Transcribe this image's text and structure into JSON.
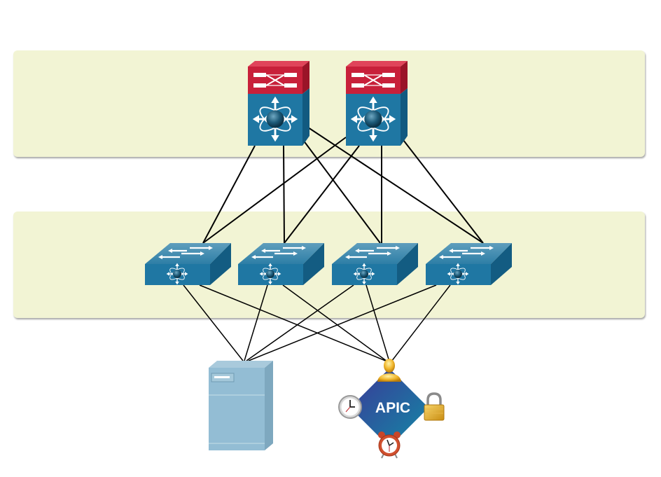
{
  "layers": [
    {
      "id": "spine",
      "nodes": [
        "spine-switch-1",
        "spine-switch-2"
      ]
    },
    {
      "id": "leaf",
      "nodes": [
        "leaf-switch-1",
        "leaf-switch-2",
        "leaf-switch-3",
        "leaf-switch-4"
      ]
    }
  ],
  "endpoints": {
    "server": {
      "type": "server"
    },
    "apic": {
      "label": "APIC",
      "icons": [
        "person-icon",
        "clock-icon",
        "lock-icon",
        "alarm-clock-icon"
      ]
    }
  },
  "links": [
    [
      "spine-switch-1",
      "leaf-switch-1"
    ],
    [
      "spine-switch-1",
      "leaf-switch-2"
    ],
    [
      "spine-switch-1",
      "leaf-switch-3"
    ],
    [
      "spine-switch-1",
      "leaf-switch-4"
    ],
    [
      "spine-switch-2",
      "leaf-switch-1"
    ],
    [
      "spine-switch-2",
      "leaf-switch-2"
    ],
    [
      "spine-switch-2",
      "leaf-switch-3"
    ],
    [
      "spine-switch-2",
      "leaf-switch-4"
    ],
    [
      "leaf-switch-1",
      "server"
    ],
    [
      "leaf-switch-2",
      "server"
    ],
    [
      "leaf-switch-3",
      "server"
    ],
    [
      "leaf-switch-4",
      "server"
    ],
    [
      "leaf-switch-1",
      "apic"
    ],
    [
      "leaf-switch-2",
      "apic"
    ],
    [
      "leaf-switch-3",
      "apic"
    ],
    [
      "leaf-switch-4",
      "apic"
    ]
  ],
  "colors": {
    "panel": "#f2f4d4",
    "switch_blue": "#1f77a3",
    "spine_red": "#c8203a",
    "server": "#93bdd4",
    "apic_start": "#3b3797",
    "apic_end": "#138aa6",
    "link": "#000000"
  }
}
